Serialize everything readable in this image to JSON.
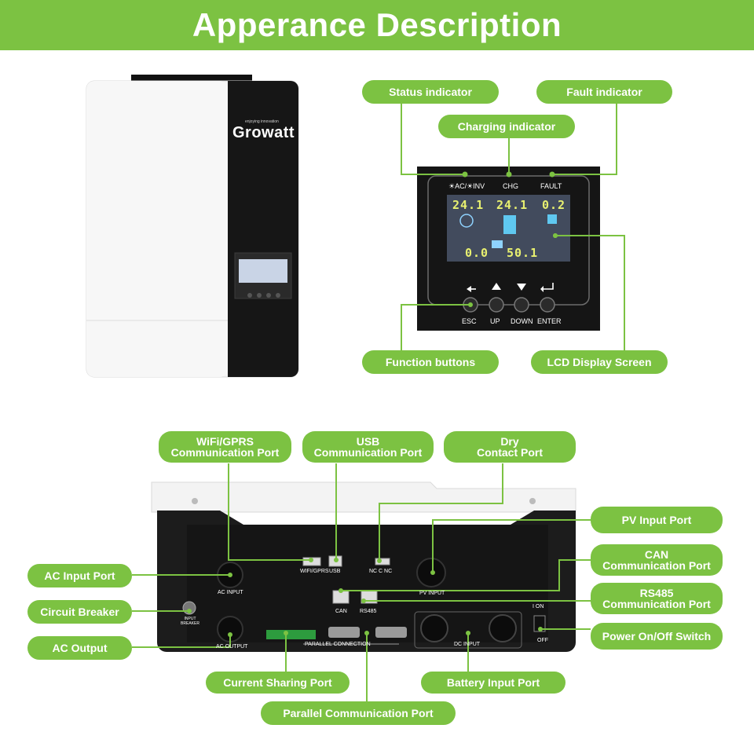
{
  "page": {
    "title": "Apperance Description"
  },
  "device": {
    "brand": "Growatt",
    "tagline": "enjoying innovation",
    "front_panel": {
      "indicators": [
        "AC/",
        "INV",
        "CHG",
        "FAULT"
      ],
      "indicator_ac_inv": "☀AC/☀INV",
      "lcd_values": [
        "24.1",
        "24.1",
        "0.2",
        "0.0",
        "50.1"
      ],
      "buttons": [
        "ESC",
        "UP",
        "DOWN",
        "ENTER"
      ]
    },
    "rear_panel": {
      "port_labels": [
        "WIFI/GPRS",
        "USB",
        "NC  C  NC",
        "AC  INPUT",
        "PV  INPUT",
        "CAN",
        "RS485",
        "INPUT BREAKER",
        "AC OUTPUT",
        "PARALLEL  CONNECTION",
        "DC  INPUT",
        "I ON",
        "OFF"
      ]
    }
  },
  "callouts": {
    "status_indicator": "Status indicator",
    "fault_indicator": "Fault indicator",
    "charging_indicator": "Charging indicator",
    "function_buttons": "Function buttons",
    "lcd_display_screen": "LCD Display Screen",
    "wifi_gprs_port": [
      "WiFi/GPRS",
      "Communication Port"
    ],
    "usb_port": [
      "USB",
      "Communication Port"
    ],
    "dry_contact_port": [
      "Dry",
      "Contact Port"
    ],
    "pv_input_port": "PV Input Port",
    "can_port": [
      "CAN",
      "Communication Port"
    ],
    "rs485_port": [
      "RS485",
      "Communication Port"
    ],
    "power_switch": "Power On/Off Switch",
    "ac_input_port": "AC Input Port",
    "circuit_breaker": "Circuit Breaker",
    "ac_output": "AC Output",
    "current_sharing_port": "Current Sharing Port",
    "battery_input_port": "Battery Input Port",
    "parallel_communication_port": "Parallel Communication Port"
  },
  "colors": {
    "accent": "#7cc242",
    "panel": "#1b1b1b",
    "lcd": "#c9d4e6"
  }
}
